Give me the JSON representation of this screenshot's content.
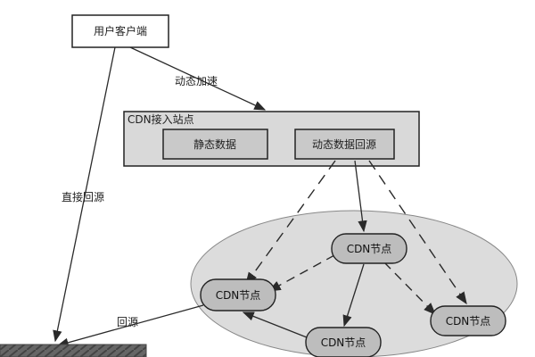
{
  "diagram": {
    "client_label": "用户客户端",
    "dynamic_accel_label": "动态加速",
    "direct_origin_label": "直接回源",
    "cdn_access_label": "CDN接入站点",
    "static_data_label": "静态数据",
    "dynamic_origin_label": "动态数据回源",
    "origin_label": "回源",
    "nodes": [
      "CDN节点",
      "CDN节点",
      "CDN节点",
      "CDN节点"
    ]
  },
  "colors": {
    "line": "#2a2a2a",
    "box_fill_light": "#d9d9d9",
    "box_fill_mid": "#c9c9c9",
    "ellipse_fill": "#dcdcdc",
    "origin_bar": "#555555"
  }
}
